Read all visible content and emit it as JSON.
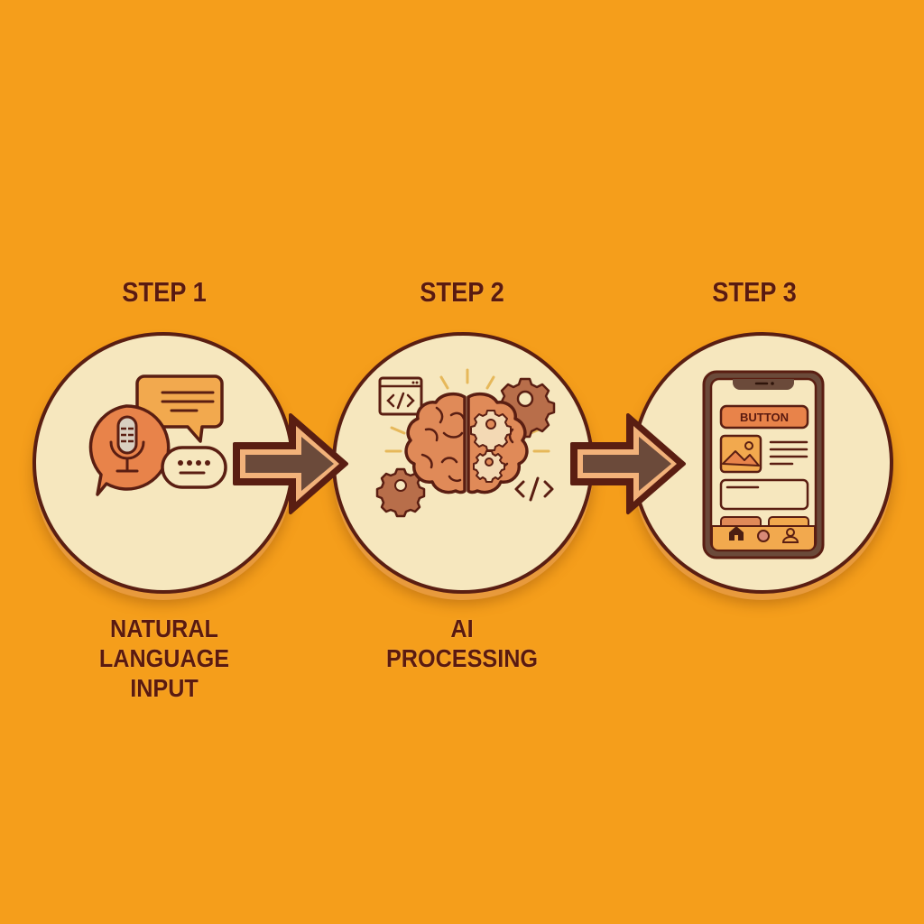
{
  "background_color": "#F59E1B",
  "steps": [
    {
      "heading": "STEP 1",
      "label_lines": [
        "NATURAL",
        "LANGUAGE",
        "INPUT"
      ],
      "icons": [
        "microphone-speech-bubble-icon",
        "chat-message-bubble-icon",
        "typing-ellipsis-bubble-icon"
      ]
    },
    {
      "heading": "STEP 2",
      "label_lines": [
        "AI",
        "PROCESSING"
      ],
      "icons": [
        "brain-icon",
        "gear-icon",
        "code-window-icon",
        "code-brackets-icon"
      ]
    },
    {
      "heading": "STEP 3",
      "label_lines": [],
      "icons": [
        "smartphone-icon",
        "home-icon",
        "circle-icon",
        "user-icon",
        "image-icon"
      ],
      "phone_button_text": "BUTTON"
    }
  ],
  "colors": {
    "text": "#5A1A10",
    "circle_fill": "#F6E7BE",
    "circle_border": "#5A1E12",
    "arrow_fill": "#6B4A3A",
    "arrow_outline_inner": "#F2B27A",
    "accent_orange": "#E8834A",
    "accent_light_orange": "#F2A94E"
  }
}
